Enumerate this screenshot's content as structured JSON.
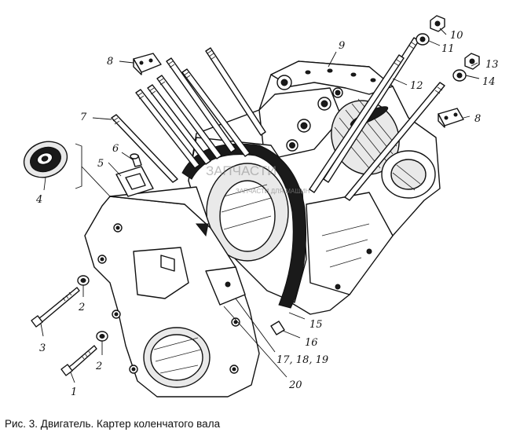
{
  "caption": "Рис. 3. Двигатель. Картер коленчатого вала",
  "watermark": {
    "main": "ЗАПЧАСТИ",
    "sub": "ЗАПЧАСТИ ДЛЯ МАШИН"
  },
  "callouts": [
    {
      "id": "c1",
      "text": "1"
    },
    {
      "id": "c2a",
      "text": "2"
    },
    {
      "id": "c2b",
      "text": "2"
    },
    {
      "id": "c3",
      "text": "3"
    },
    {
      "id": "c4",
      "text": "4"
    },
    {
      "id": "c5",
      "text": "5"
    },
    {
      "id": "c6",
      "text": "6"
    },
    {
      "id": "c7",
      "text": "7"
    },
    {
      "id": "c8a",
      "text": "8"
    },
    {
      "id": "c8b",
      "text": "8"
    },
    {
      "id": "c9",
      "text": "9"
    },
    {
      "id": "c10",
      "text": "10"
    },
    {
      "id": "c11",
      "text": "11"
    },
    {
      "id": "c12",
      "text": "12"
    },
    {
      "id": "c13",
      "text": "13"
    },
    {
      "id": "c14",
      "text": "14"
    },
    {
      "id": "c15",
      "text": "15"
    },
    {
      "id": "c16",
      "text": "16"
    },
    {
      "id": "c17",
      "text": "17, 18, 19"
    },
    {
      "id": "c20",
      "text": "20"
    }
  ]
}
